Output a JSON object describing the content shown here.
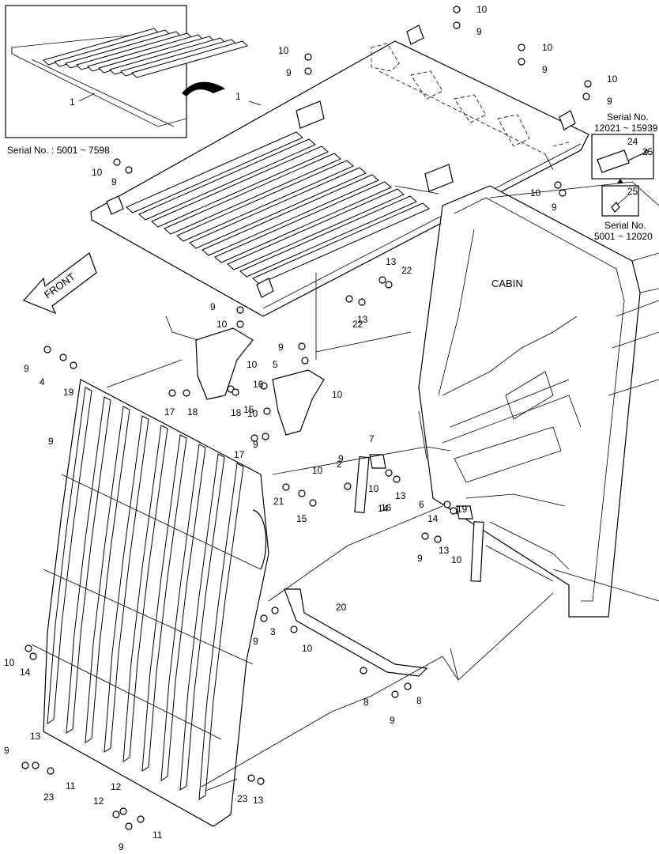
{
  "inset": {
    "caption": "Serial No. : 5001 ~ 7598",
    "part_label": "1"
  },
  "serial_boxes": [
    {
      "title": "Serial No.",
      "range": "12021 ~ 15939",
      "parts": [
        "24",
        "25"
      ]
    },
    {
      "title": "Serial No.",
      "range": "5001 ~ 12020",
      "parts": [
        "25"
      ]
    }
  ],
  "labels": {
    "front": "FRONT",
    "cabin": "CABIN"
  },
  "callouts": [
    {
      "id": "10"
    },
    {
      "id": "9"
    },
    {
      "id": "10"
    },
    {
      "id": "9"
    },
    {
      "id": "10"
    },
    {
      "id": "9"
    },
    {
      "id": "10"
    },
    {
      "id": "9"
    },
    {
      "id": "1"
    },
    {
      "id": "10"
    },
    {
      "id": "9"
    },
    {
      "id": "10"
    },
    {
      "id": "9"
    },
    {
      "id": "13"
    },
    {
      "id": "22"
    },
    {
      "id": "13"
    },
    {
      "id": "22"
    },
    {
      "id": "9"
    },
    {
      "id": "10"
    },
    {
      "id": "10"
    },
    {
      "id": "9"
    },
    {
      "id": "5"
    },
    {
      "id": "10"
    },
    {
      "id": "9"
    },
    {
      "id": "4"
    },
    {
      "id": "19"
    },
    {
      "id": "16"
    },
    {
      "id": "15"
    },
    {
      "id": "18"
    },
    {
      "id": "17"
    },
    {
      "id": "18"
    },
    {
      "id": "10"
    },
    {
      "id": "9"
    },
    {
      "id": "17"
    },
    {
      "id": "9"
    },
    {
      "id": "10"
    },
    {
      "id": "2"
    },
    {
      "id": "7"
    },
    {
      "id": "9"
    },
    {
      "id": "10"
    },
    {
      "id": "13"
    },
    {
      "id": "14"
    },
    {
      "id": "21"
    },
    {
      "id": "15"
    },
    {
      "id": "16"
    },
    {
      "id": "19"
    },
    {
      "id": "6"
    },
    {
      "id": "14"
    },
    {
      "id": "13"
    },
    {
      "id": "9"
    },
    {
      "id": "10"
    },
    {
      "id": "20"
    },
    {
      "id": "3"
    },
    {
      "id": "9"
    },
    {
      "id": "10"
    },
    {
      "id": "8"
    },
    {
      "id": "8"
    },
    {
      "id": "9"
    },
    {
      "id": "10"
    },
    {
      "id": "14"
    },
    {
      "id": "13"
    },
    {
      "id": "9"
    },
    {
      "id": "23"
    },
    {
      "id": "11"
    },
    {
      "id": "12"
    },
    {
      "id": "12"
    },
    {
      "id": "11"
    },
    {
      "id": "9"
    },
    {
      "id": "23"
    },
    {
      "id": "13"
    },
    {
      "id": "14"
    }
  ]
}
